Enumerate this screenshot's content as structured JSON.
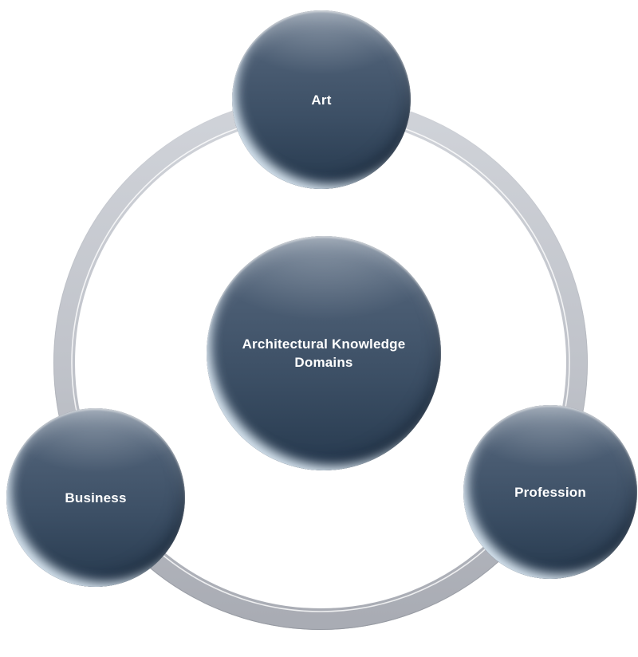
{
  "diagram": {
    "type": "radial-cycle",
    "center_node": {
      "id": "architectural-knowledge-domains",
      "label": "Architectural Knowledge Domains"
    },
    "nodes": [
      {
        "id": "art",
        "label": "Art",
        "position": "top"
      },
      {
        "id": "business",
        "label": "Business",
        "position": "bottom-left"
      },
      {
        "id": "profession",
        "label": "Profession",
        "position": "bottom-right"
      }
    ],
    "colors": {
      "node_gradient_top": "#5a6c82",
      "node_gradient_bottom": "#253850",
      "node_text": "#ffffff",
      "ring_top": "#d0d3d9",
      "ring_bottom": "#a9acb4",
      "background": "#ffffff"
    }
  }
}
